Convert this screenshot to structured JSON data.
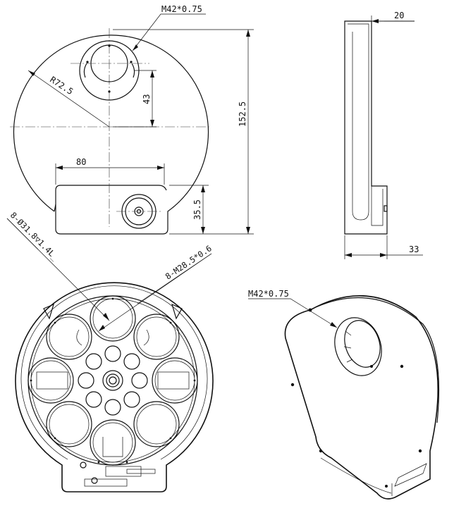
{
  "drawing": {
    "front_view": {
      "thread_label": "M42*0.75",
      "radius_label": "R72.5",
      "offset_label": "43",
      "width_label": "80",
      "height_label": "152.5",
      "base_label": "35.5"
    },
    "side_view": {
      "thickness_label": "20",
      "depth_label": "33"
    },
    "filter_wheel_view": {
      "bore_label": "8-Ø31.8▽1.4L_",
      "tap_label": "8-M28.5*0.6"
    },
    "iso_view": {
      "thread_label": "M42*0.75"
    }
  }
}
